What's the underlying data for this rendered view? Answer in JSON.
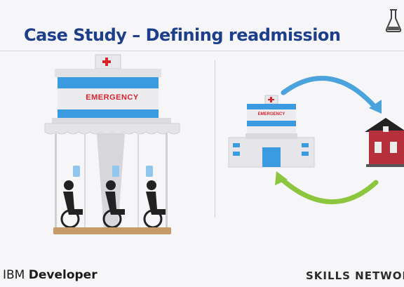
{
  "slide": {
    "title": "Case Study – Defining readmission",
    "left_illustration": {
      "sign": "EMERGENCY"
    },
    "right_illustration": {
      "sign": "EMERGENCY"
    }
  },
  "footer": {
    "left_prefix": "IBM",
    "left_brand": "Developer",
    "right": "SKILLS NETWORK"
  },
  "colors": {
    "title": "#1d3f8a",
    "hospital_stripe": "#3b9be0",
    "emergency_text": "#d9232d",
    "arrow_blue": "#4aa3dd",
    "arrow_green": "#8cc63e",
    "house_red": "#b5303a"
  },
  "icons": [
    "hospital-icon",
    "wheelchair-icon",
    "house-icon",
    "arrow-icon",
    "flask-icon"
  ]
}
